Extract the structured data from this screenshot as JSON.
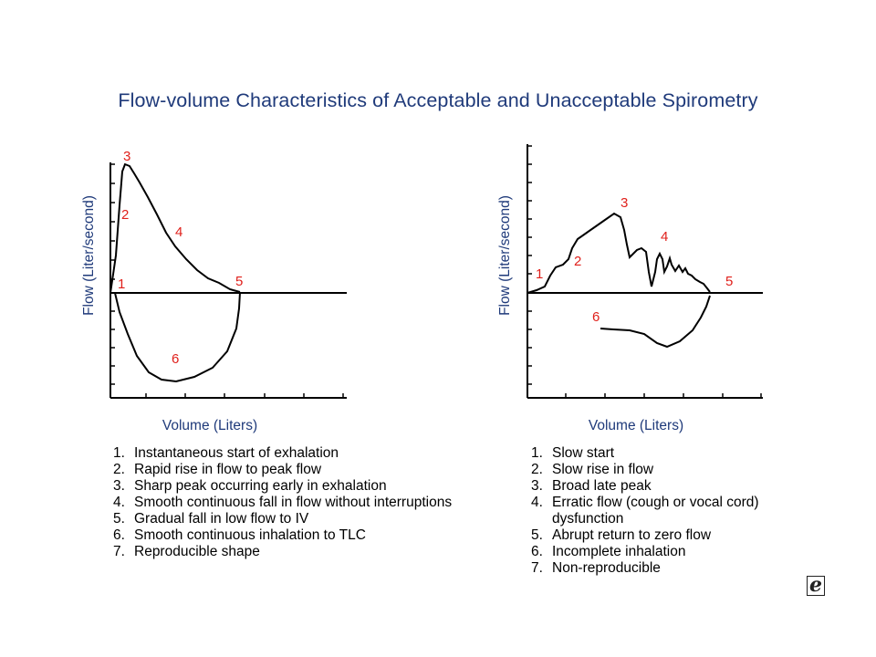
{
  "title": "Flow-volume Characteristics of Acceptable and Unacceptable Spirometry",
  "left_panel": {
    "y_axis_label": "Flow (Liter/second)",
    "x_axis_label": "Volume (Liters)",
    "point_labels": [
      "1",
      "2",
      "3",
      "4",
      "5",
      "6"
    ],
    "list": [
      {
        "num": "1.",
        "text": "Instantaneous start of exhalation"
      },
      {
        "num": "2.",
        "text": "Rapid rise in flow to peak flow"
      },
      {
        "num": "3.",
        "text": "Sharp peak occurring early in exhalation"
      },
      {
        "num": "4.",
        "text": "Smooth continuous fall in flow without interruptions"
      },
      {
        "num": "5.",
        "text": "Gradual fall in low flow to IV"
      },
      {
        "num": "6.",
        "text": "Smooth continuous inhalation to TLC"
      },
      {
        "num": "7.",
        "text": "Reproducible shape"
      }
    ]
  },
  "right_panel": {
    "y_axis_label": "Flow (Liter/second)",
    "x_axis_label": "Volume (Liters)",
    "point_labels": [
      "1",
      "2",
      "3",
      "4",
      "5",
      "6"
    ],
    "list": [
      {
        "num": "1.",
        "text": "Slow start"
      },
      {
        "num": "2.",
        "text": "Slow rise in flow"
      },
      {
        "num": "3.",
        "text": "Broad late peak"
      },
      {
        "num": "4.",
        "text": "Erratic flow (cough or vocal cord)"
      },
      {
        "num": "",
        "text": "dysfunction"
      },
      {
        "num": "5.",
        "text": "Abrupt return to zero flow"
      },
      {
        "num": "6.",
        "text": "Incomplete inhalation"
      },
      {
        "num": "7.",
        "text": "Non-reproducible"
      }
    ]
  },
  "logo_text": "e",
  "colors": {
    "title": "#1f3a7a",
    "axis_label": "#1f3a7a",
    "point_label": "#e0201b",
    "curve": "#000000"
  }
}
